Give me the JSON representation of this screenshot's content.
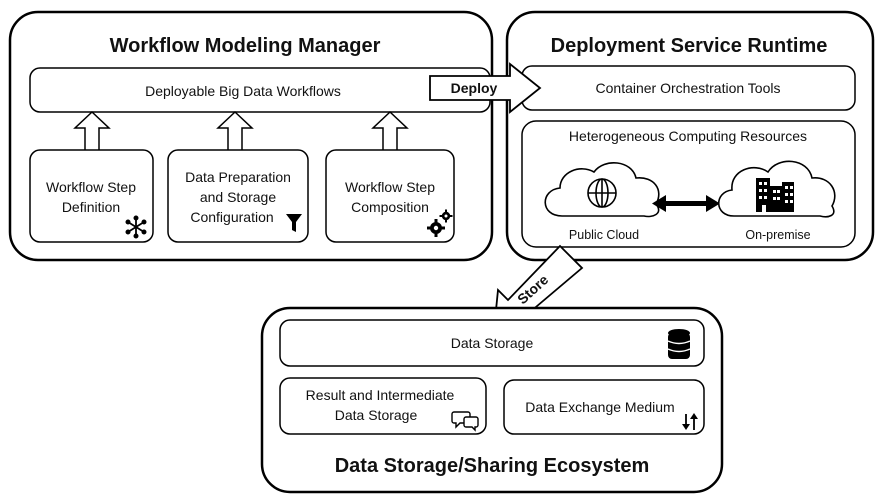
{
  "panels": {
    "modeling": {
      "title": "Workflow Modeling Manager",
      "top_box": "Deployable Big Data Workflows",
      "boxes": [
        {
          "lines": [
            "Workflow Step",
            "Definition"
          ],
          "icon": "asterisk-icon"
        },
        {
          "lines": [
            "Data Preparation",
            "and Storage",
            "Configuration"
          ],
          "icon": "funnel-icon"
        },
        {
          "lines": [
            "Workflow Step",
            "Composition"
          ],
          "icon": "gears-icon"
        }
      ]
    },
    "runtime": {
      "title": "Deployment Service Runtime",
      "top_box": "Container Orchestration Tools",
      "resources": {
        "title": "Heterogeneous Computing Resources",
        "public_cloud": "Public Cloud",
        "on_premise": "On-premise",
        "public_icon": "globe-icon",
        "onprem_icon": "buildings-icon"
      }
    },
    "storage": {
      "title": "Data Storage/Sharing Ecosystem",
      "top_box": "Data Storage",
      "top_icon": "database-icon",
      "boxes": [
        {
          "lines": [
            "Result and Intermediate",
            "Data Storage"
          ],
          "icon": "chat-bubbles-icon"
        },
        {
          "lines": [
            "Data Exchange Medium"
          ],
          "icon": "swap-arrows-icon"
        }
      ]
    }
  },
  "arrows": {
    "deploy": "Deploy",
    "store": "Store"
  }
}
